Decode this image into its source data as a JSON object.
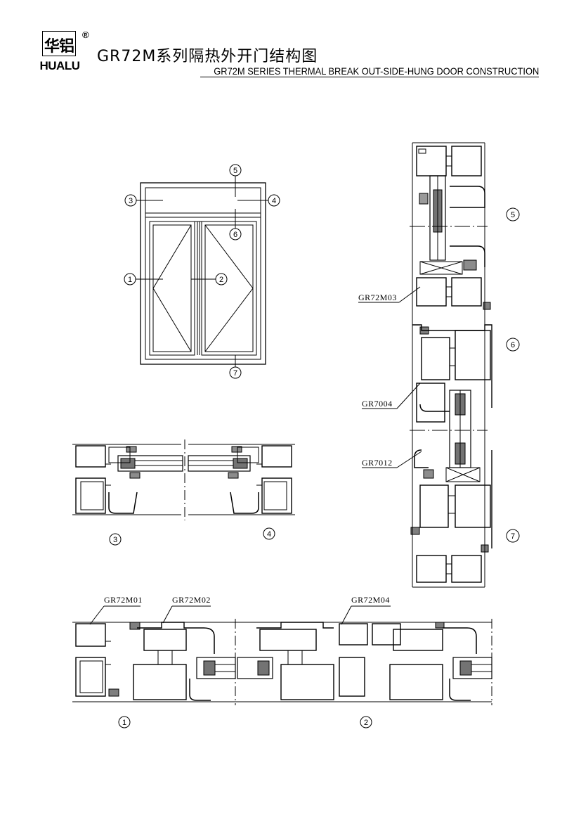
{
  "brand": {
    "logo_cn": "华铝",
    "logo_en": "HUALU",
    "registered": "®"
  },
  "header": {
    "title_cn": "GR72M系列隔热外开门结构图",
    "title_en": "GR72M SERIES THERMAL BREAK OUT-SIDE-HUNG DOOR CONSTRUCTION"
  },
  "elevation": {
    "markers": [
      "1",
      "2",
      "3",
      "4",
      "5",
      "6",
      "7"
    ]
  },
  "profiles": {
    "gr72m01": "GR72M01",
    "gr72m02": "GR72M02",
    "gr72m03": "GR72M03",
    "gr72m04": "GR72M04",
    "gr7004": "GR7004",
    "gr7012": "GR7012"
  },
  "sections": {
    "s1": "1",
    "s2": "2",
    "s3": "3",
    "s4": "4",
    "s5": "5",
    "s6": "6",
    "s7": "7"
  }
}
